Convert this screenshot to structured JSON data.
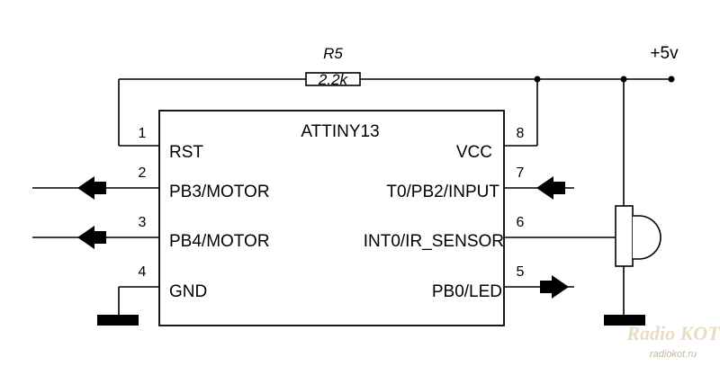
{
  "chip": {
    "name": "ATTINY13",
    "left_pins": [
      {
        "num": "1",
        "label": "RST"
      },
      {
        "num": "2",
        "label": "PB3/MOTOR"
      },
      {
        "num": "3",
        "label": "PB4/MOTOR"
      },
      {
        "num": "4",
        "label": "GND"
      }
    ],
    "right_pins": [
      {
        "num": "8",
        "label": "VCC"
      },
      {
        "num": "7",
        "label": "T0/PB2/INPUT"
      },
      {
        "num": "6",
        "label": "INT0/IR_SENSOR"
      },
      {
        "num": "5",
        "label": "PB0/LED"
      }
    ]
  },
  "resistor": {
    "ref": "R5",
    "value": "2.2k"
  },
  "power_label": "+5v",
  "watermark": {
    "logo": "Radio KOT",
    "site": "radiokot.ru"
  },
  "colors": {
    "line": "#000000",
    "background": "#ffffff",
    "watermark": "#e9dcc0"
  }
}
